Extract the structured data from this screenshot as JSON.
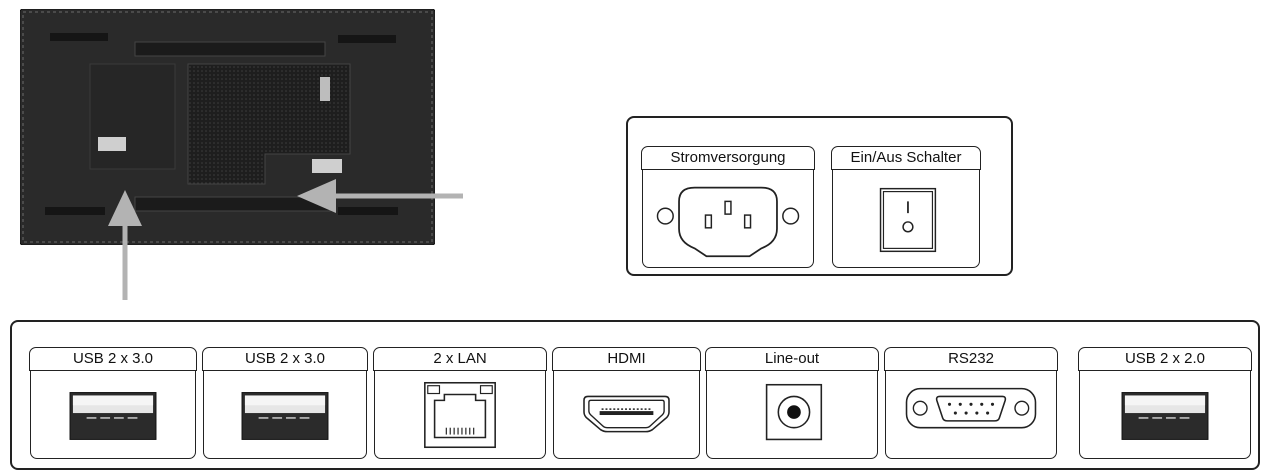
{
  "power_connectors": [
    {
      "label": "Stromversorgung",
      "icon": "iec-power-socket-icon"
    },
    {
      "label": "Ein/Aus Schalter",
      "icon": "rocker-switch-icon"
    }
  ],
  "port_connectors": [
    {
      "label": "USB  2 x 3.0",
      "icon": "usb-a-port-icon"
    },
    {
      "label": "USB  2 x 3.0",
      "icon": "usb-a-port-icon"
    },
    {
      "label": "2 x LAN",
      "icon": "ethernet-port-icon"
    },
    {
      "label": "HDMI",
      "icon": "hdmi-port-icon"
    },
    {
      "label": "Line-out",
      "icon": "audio-jack-icon"
    },
    {
      "label": "RS232",
      "icon": "serial-port-icon"
    },
    {
      "label": "USB  2 x 2.0",
      "icon": "usb-a-port-icon"
    }
  ],
  "colors": {
    "arrow": "#b3b3b3",
    "outline": "#222222",
    "monitor_body": "#2a2a2a"
  }
}
